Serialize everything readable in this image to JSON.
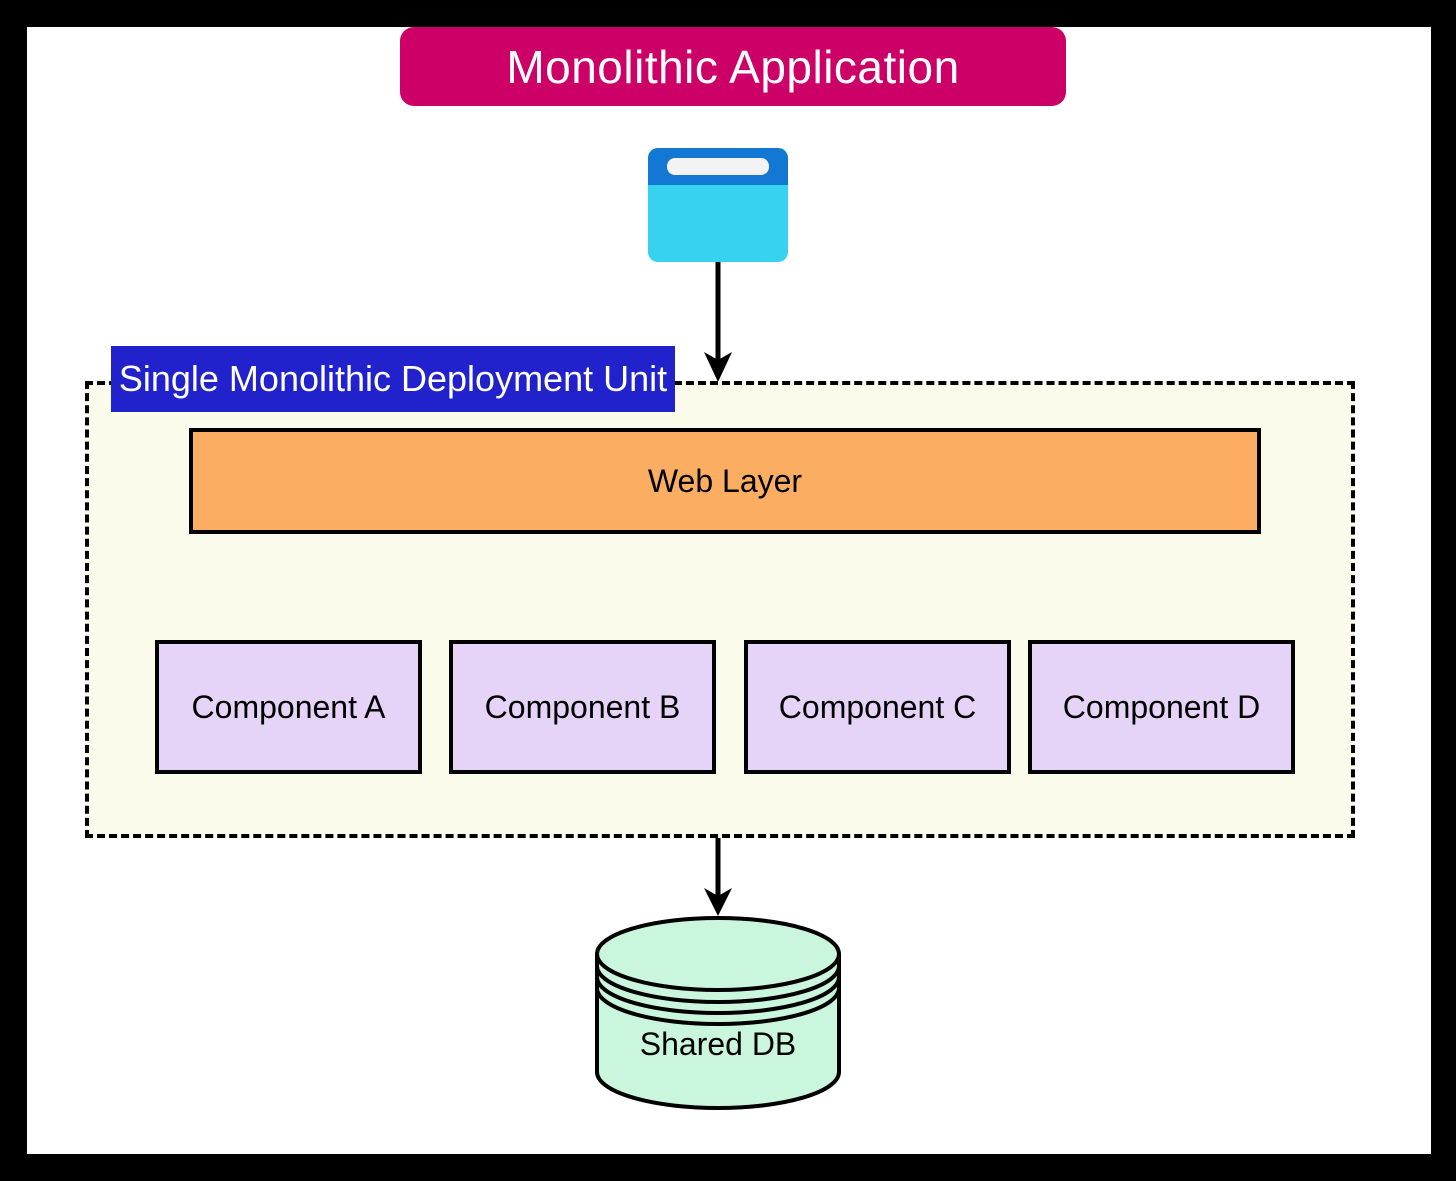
{
  "diagram": {
    "title": "Monolithic Application",
    "deployment_unit_label": "Single Monolithic Deployment Unit",
    "web_layer_label": "Web Layer",
    "components": [
      {
        "label": "Component A"
      },
      {
        "label": "Component B"
      },
      {
        "label": "Component C"
      },
      {
        "label": "Component D"
      }
    ],
    "database_label": "Shared DB"
  },
  "icons": {
    "browser": "browser-window-icon",
    "arrow_client_to_unit": "down-arrow-icon",
    "arrow_unit_to_db": "down-arrow-icon",
    "database": "database-cylinder-icon"
  },
  "colors": {
    "frame": "#000000",
    "canvas": "#FFFFFF",
    "title_bg": "#CC0066",
    "label_bg": "#2222CC",
    "web_layer_bg": "#FBAD62",
    "component_bg": "#E6D3F8",
    "db_bg": "#CBF6DE",
    "unit_bg": "#FBFBEB",
    "browser_top": "#1377D4",
    "browser_body": "#36D2F0"
  }
}
